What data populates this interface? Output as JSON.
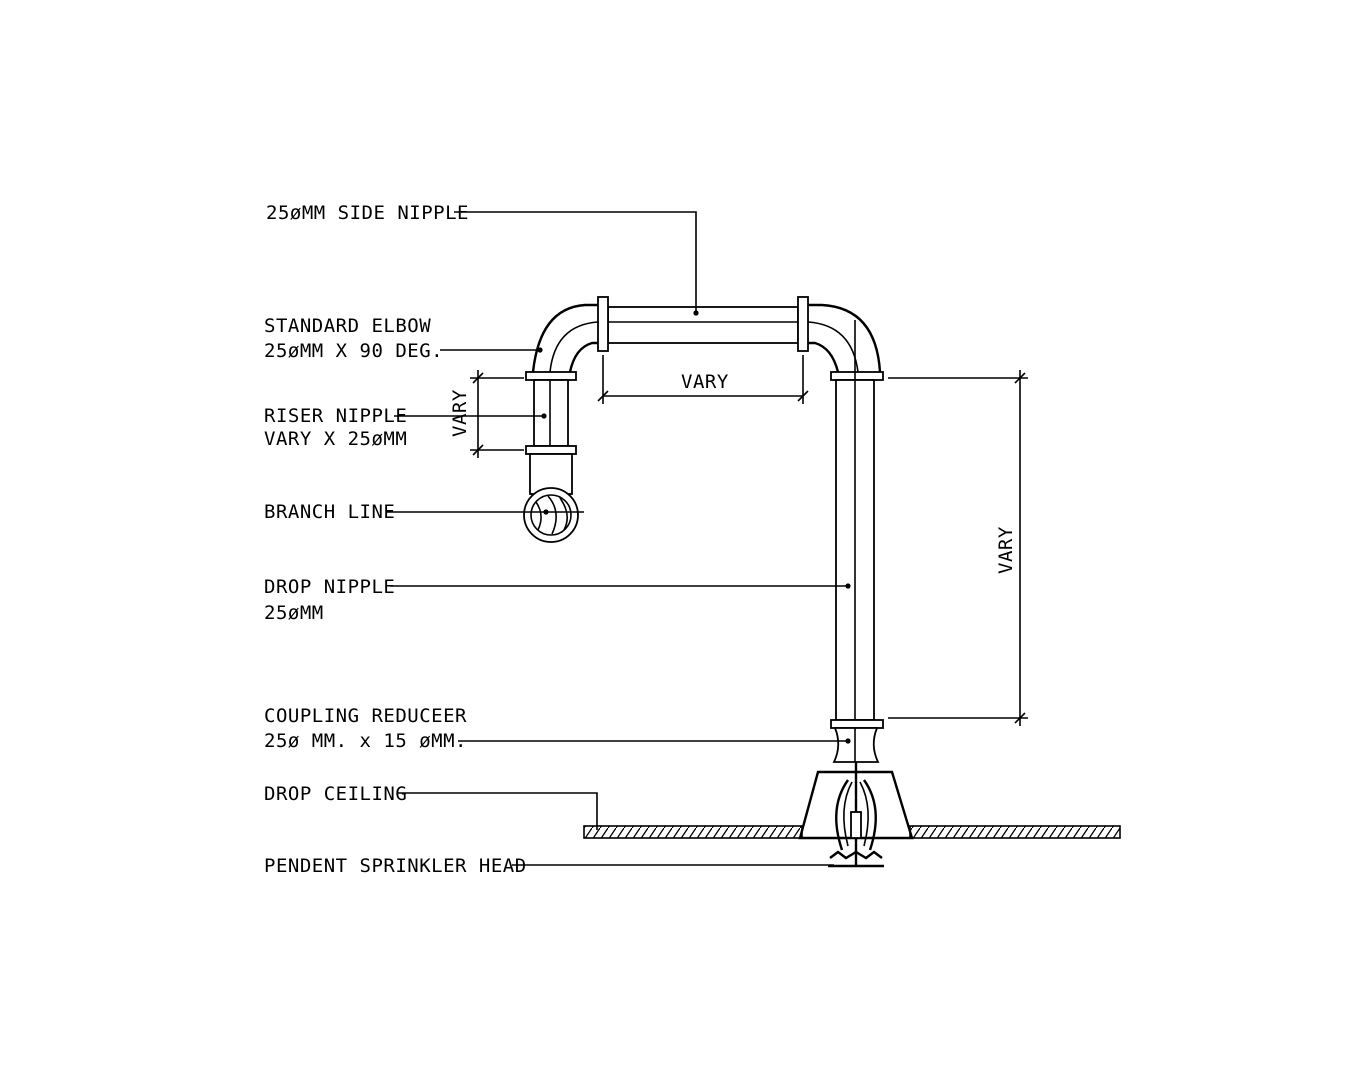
{
  "labels": {
    "side_nipple": "25øMM SIDE NIPPLE",
    "elbow_line1": "STANDARD ELBOW",
    "elbow_line2": "25øMM X 90 DEG.",
    "riser_line1": "RISER NIPPLE",
    "riser_line2": "VARY X 25øMM",
    "branch": "BRANCH LINE",
    "drop_line1": "DROP NIPPLE",
    "drop_line2": "25øMM",
    "coupling_line1": "COUPLING REDUCEER",
    "coupling_line2": "25ø MM. x 15 øMM.",
    "ceiling": "DROP CEILING",
    "sprinkler": "PENDENT SPRINKLER HEAD"
  },
  "dimensions": {
    "horizontal": "VARY",
    "riser": "VARY",
    "drop": "VARY"
  }
}
